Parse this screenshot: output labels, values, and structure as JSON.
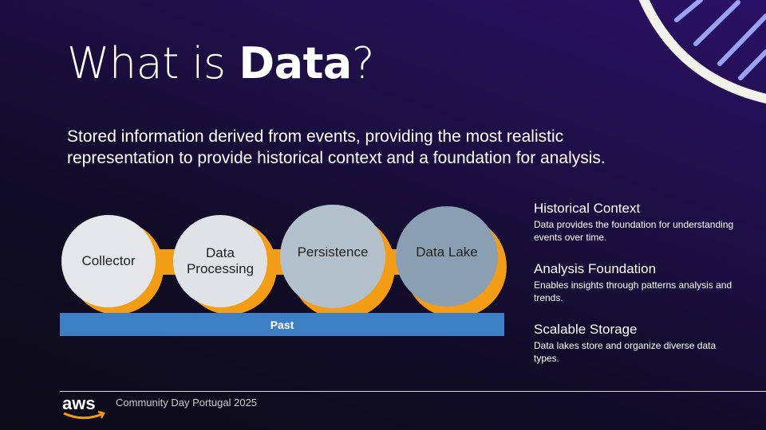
{
  "title": {
    "prefix": "What is ",
    "bold": "Data",
    "suffix": "?"
  },
  "subtitle": "Stored information derived from events, providing the most realistic representation to provide historical context and a foundation for analysis.",
  "diagram": {
    "stages": [
      {
        "label": "Collector",
        "color": "#e4e6ea"
      },
      {
        "label": "Data Processing",
        "color": "#dfe2e6"
      },
      {
        "label": "Persistence",
        "color": "#b2c0cb"
      },
      {
        "label": "Data Lake",
        "color": "#8a9fb1"
      }
    ],
    "connector_color": "#f39c16",
    "timeline_label": "Past",
    "timeline_color": "#3d7fc5"
  },
  "features": [
    {
      "title": "Historical Context",
      "text": "Data provides the foundation for understanding events over time."
    },
    {
      "title": "Analysis Foundation",
      "text": "Enables insights through patterns analysis and trends."
    },
    {
      "title": "Scalable Storage",
      "text": "Data lakes store and organize diverse data types."
    }
  ],
  "footer": {
    "logo": "aws",
    "text": "Community Day Portugal 2025"
  }
}
